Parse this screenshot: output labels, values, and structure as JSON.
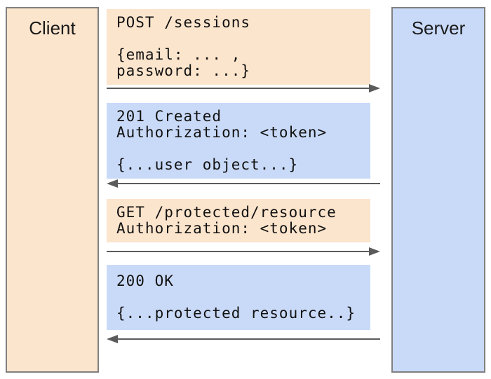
{
  "diagram": {
    "type": "sequence",
    "actors": [
      {
        "id": "client",
        "label": "Client"
      },
      {
        "id": "server",
        "label": "Server"
      }
    ],
    "messages": [
      {
        "name": "post-sessions-request",
        "direction": "right",
        "lines": [
          "POST /sessions",
          "",
          "{email: ... ,",
          "password: ...}"
        ]
      },
      {
        "name": "created-response",
        "direction": "left",
        "lines": [
          "201 Created",
          "Authorization: <token>",
          "",
          "{...user object...}"
        ]
      },
      {
        "name": "get-protected-resource-request",
        "direction": "right",
        "lines": [
          "GET /protected/resource",
          "Authorization: <token>"
        ]
      },
      {
        "name": "ok-response",
        "direction": "left",
        "lines": [
          "200 OK",
          "",
          "{...protected resource..}"
        ]
      }
    ],
    "colors": {
      "request_fill": "#fce5cd",
      "response_fill": "#c9daf8",
      "client_fill": "#fce5cd",
      "server_fill": "#c9daf8",
      "actor_border": "#808080",
      "arrow": "#5b5b5b",
      "text": "#111111"
    }
  }
}
